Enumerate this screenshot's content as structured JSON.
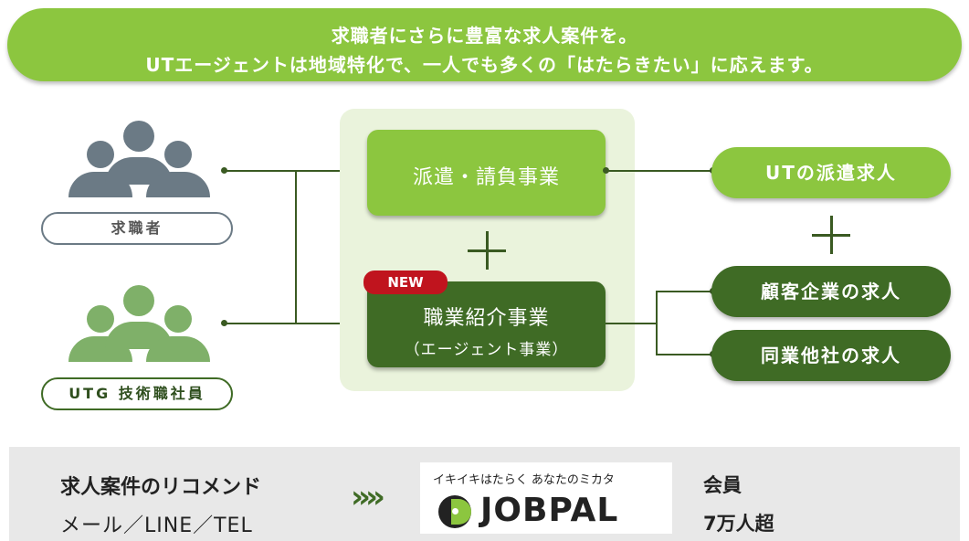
{
  "banner": {
    "line1": "求職者にさらに豊富な求人案件を。",
    "line2": "UTエージェントは地域特化で、一人でも多くの「はたらきたい」に応えます。"
  },
  "left": {
    "seekers_label": "求職者",
    "employees_label": "UTG 技術職社員"
  },
  "center": {
    "dispatch_label": "派遣・請負事業",
    "plus": "+",
    "new_badge": "NEW",
    "placement_label": "職業紹介事業",
    "placement_sub": "（エージェント事業）"
  },
  "right": {
    "ut_jobs": "UTの派遣求人",
    "plus": "+",
    "client_jobs": "顧客企業の求人",
    "peer_jobs": "同業他社の求人"
  },
  "bottom": {
    "recommend_title": "求人案件のリコメンド",
    "channels": "メール／LINE／TEL",
    "arrow": "»»",
    "logo_tagline": "イキイキはたらく あなたのミカタ",
    "logo_name": "JOBPAL",
    "members_label": "会員",
    "members_count": "7万人超"
  },
  "colors": {
    "light_green": "#8cc63f",
    "dark_green": "#3f6b25",
    "gray_person": "#6b7a85",
    "green_person": "#7fb069",
    "new_red": "#c0141e"
  }
}
